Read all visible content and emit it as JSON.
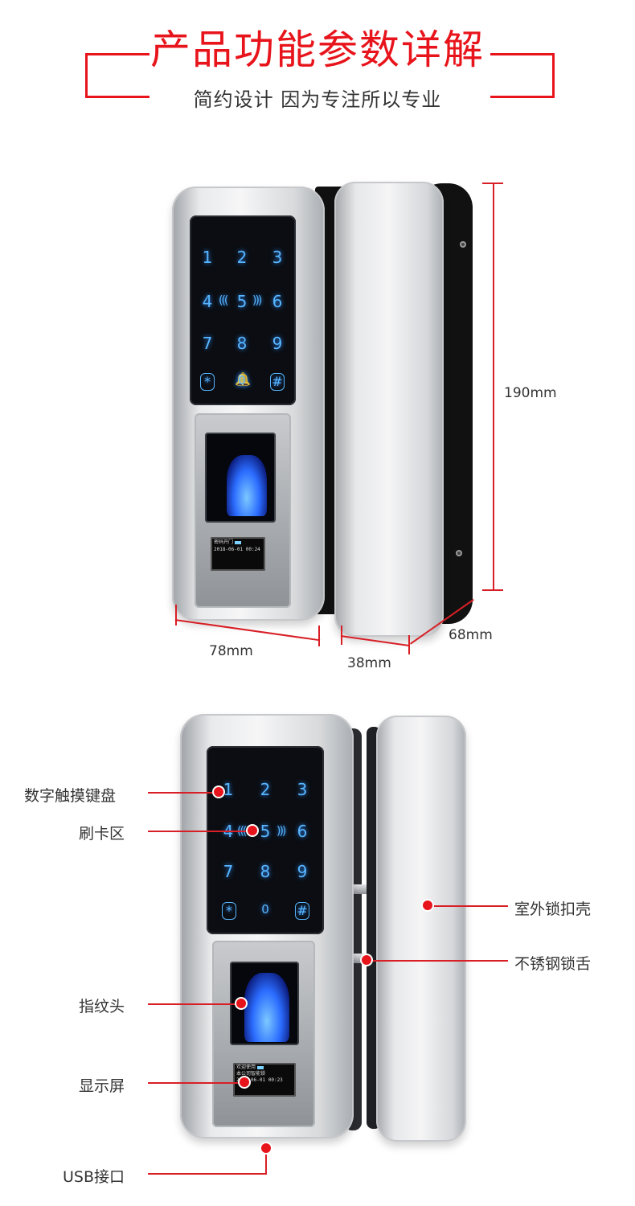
{
  "header": {
    "title": "产品功能参数详解",
    "subtitle": "简约设计 因为专注所以专业"
  },
  "keypad": {
    "keys": [
      "1",
      "2",
      "3",
      "4",
      "5",
      "6",
      "7",
      "8",
      "9"
    ],
    "star": "*",
    "zero": "0",
    "hash": "#"
  },
  "display_top": {
    "line1": "密码开门",
    "line2": "2018-06-01 00:24"
  },
  "display_bottom": {
    "line1": "欢迎使用",
    "line2": "本公司智能锁",
    "line3": "2018-06-01 00:23"
  },
  "dimensions": {
    "height": "190mm",
    "width": "78mm",
    "strike_width": "38mm",
    "depth": "68mm"
  },
  "callouts": {
    "keypad": "数字触摸键盘",
    "card_area": "刷卡区",
    "fingerprint": "指纹头",
    "screen": "显示屏",
    "usb": "USB接口",
    "outer_shell": "室外锁扣壳",
    "bolt": "不锈钢锁舌"
  },
  "colors": {
    "accent": "#e8141c",
    "key_glow": "#58b6ff"
  }
}
